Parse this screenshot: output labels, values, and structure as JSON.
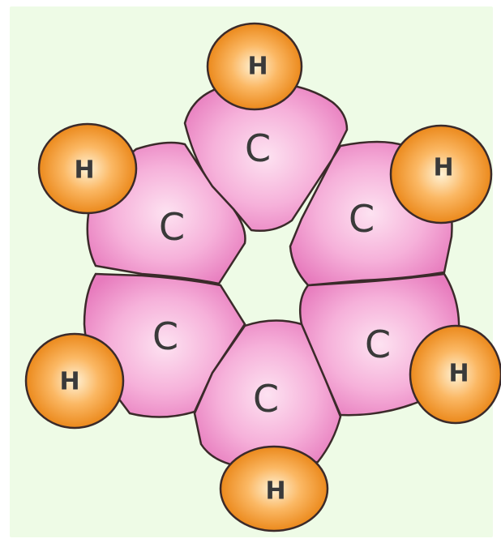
{
  "molecule": {
    "carbons": [
      {
        "label": "C"
      },
      {
        "label": "C"
      },
      {
        "label": "C"
      },
      {
        "label": "C"
      },
      {
        "label": "C"
      },
      {
        "label": "C"
      }
    ],
    "hydrogens": [
      {
        "label": "H"
      },
      {
        "label": "H"
      },
      {
        "label": "H"
      },
      {
        "label": "H"
      },
      {
        "label": "H"
      },
      {
        "label": "H"
      }
    ]
  },
  "colors": {
    "background": "#eefbe6",
    "carbon_light": "#fde2f1",
    "carbon_dark": "#e77bbd",
    "hydrogen_light": "#fff2d6",
    "hydrogen_dark": "#e8800e",
    "outline": "#3b2a2a"
  }
}
